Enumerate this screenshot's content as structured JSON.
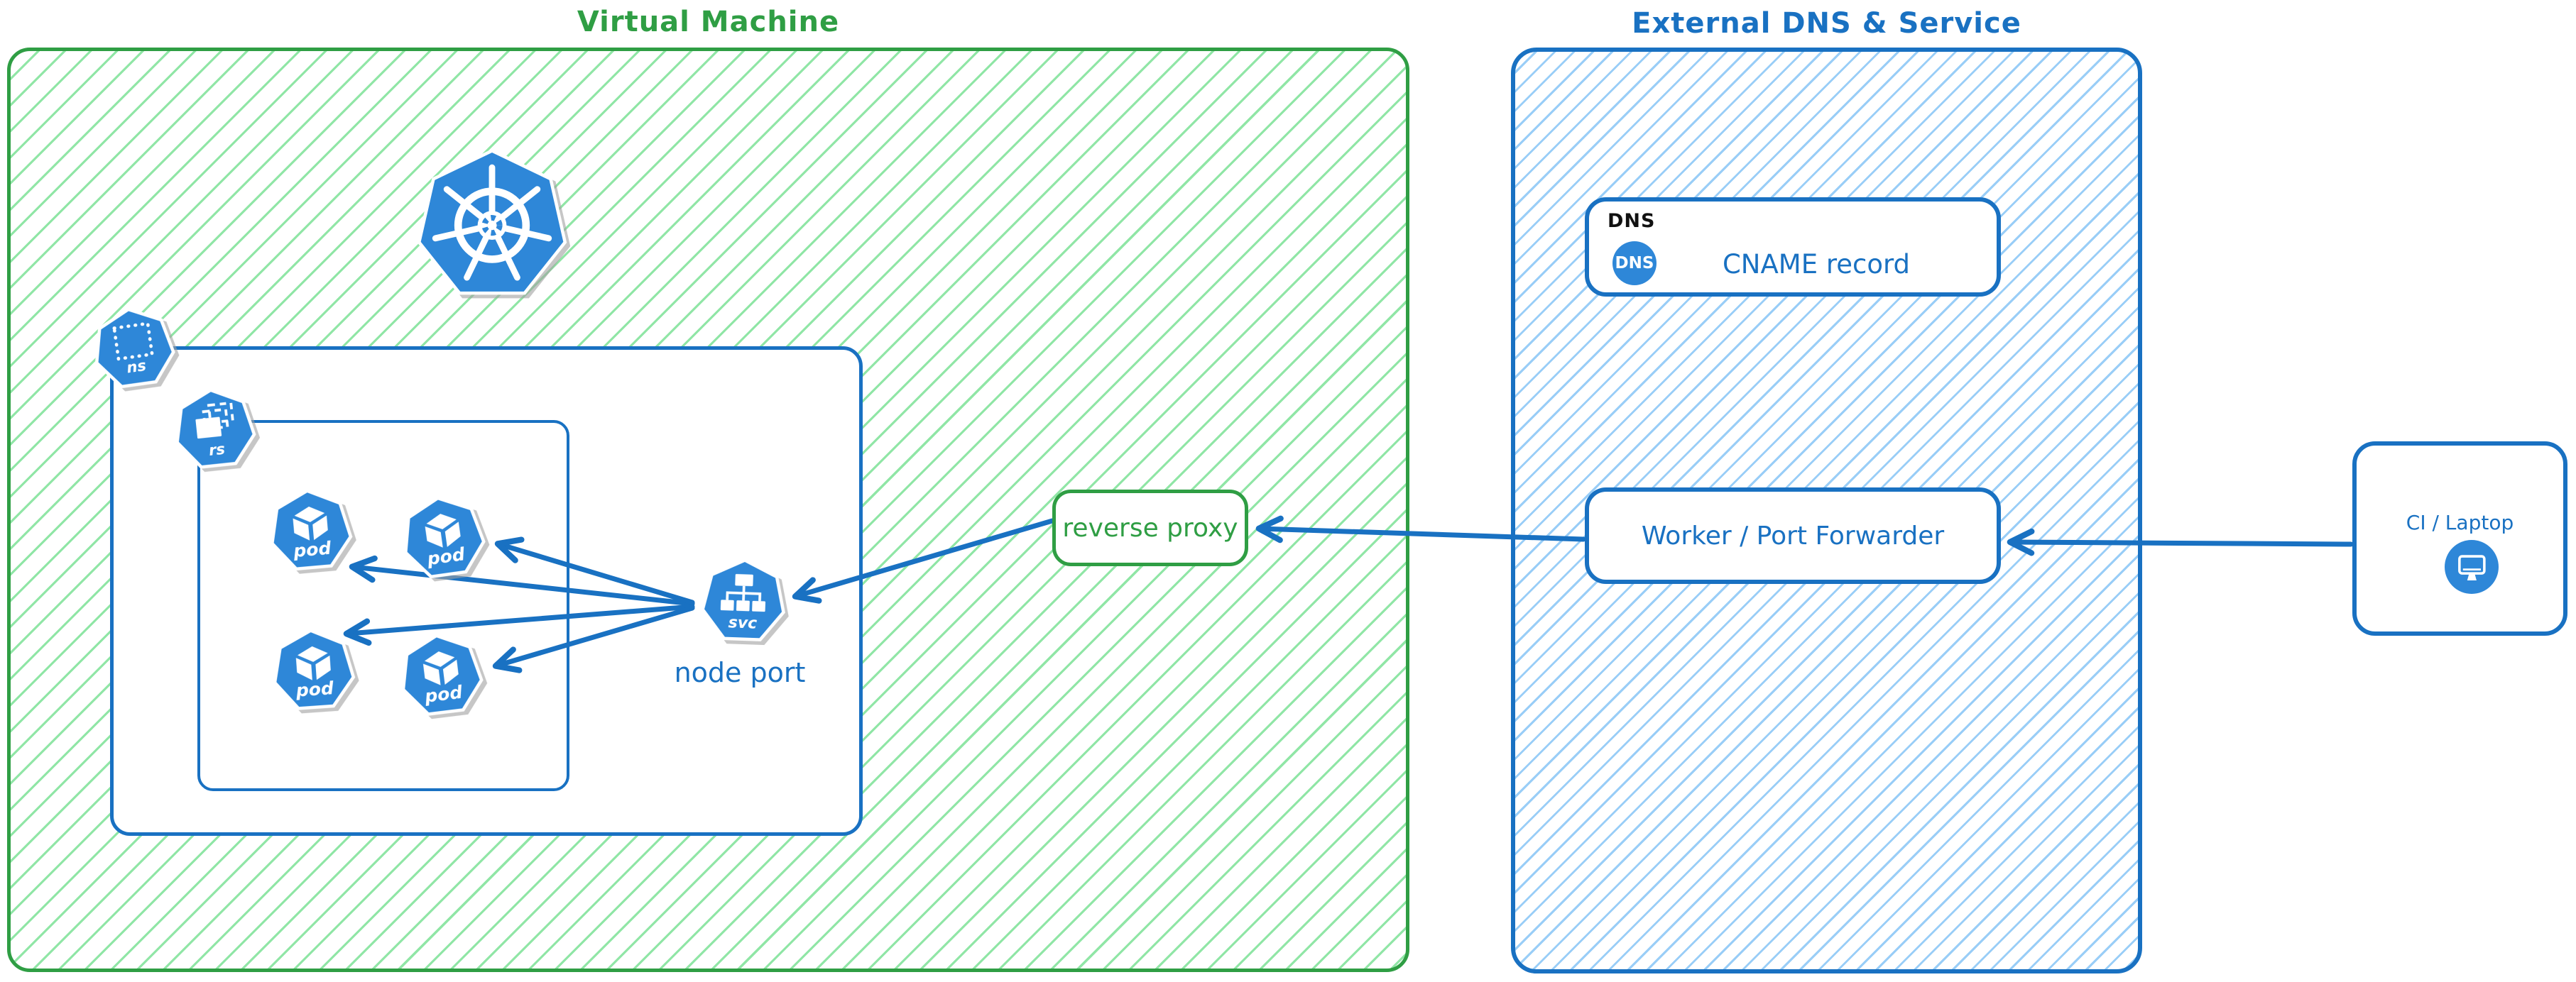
{
  "diagram": {
    "vm_group": {
      "title": "Virtual Machine"
    },
    "external_group": {
      "title": "External DNS & Service"
    },
    "nodes": {
      "kubernetes_logo": {
        "name": "kubernetes"
      },
      "namespace_icon": {
        "label": "ns"
      },
      "replicaset_icon": {
        "label": "rs"
      },
      "pods": [
        {
          "label": "pod"
        },
        {
          "label": "pod"
        },
        {
          "label": "pod"
        },
        {
          "label": "pod"
        }
      ],
      "service_icon": {
        "label": "svc",
        "caption": "node port"
      },
      "reverse_proxy": {
        "label": "reverse proxy"
      },
      "dns": {
        "tag": "DNS",
        "badge": "DNS",
        "label": "CNAME record"
      },
      "worker": {
        "label": "Worker / Port Forwarder"
      },
      "ci": {
        "label": "CI / Laptop"
      }
    },
    "edges": [
      {
        "from": "node-port-service",
        "to": "pod-1"
      },
      {
        "from": "node-port-service",
        "to": "pod-2"
      },
      {
        "from": "node-port-service",
        "to": "pod-3"
      },
      {
        "from": "node-port-service",
        "to": "pod-4"
      },
      {
        "from": "reverse-proxy",
        "to": "node-port-service"
      },
      {
        "from": "worker-port-forwarder",
        "to": "reverse-proxy"
      },
      {
        "from": "ci-laptop",
        "to": "worker-port-forwarder"
      }
    ],
    "colors": {
      "green_stroke": "#2f9e44",
      "green_hatch": "#7de296",
      "blue_stroke": "#1971c2",
      "blue_hatch": "#8ec8f6",
      "icon_blue": "#2e87d8",
      "tag_black": "#111111"
    }
  }
}
